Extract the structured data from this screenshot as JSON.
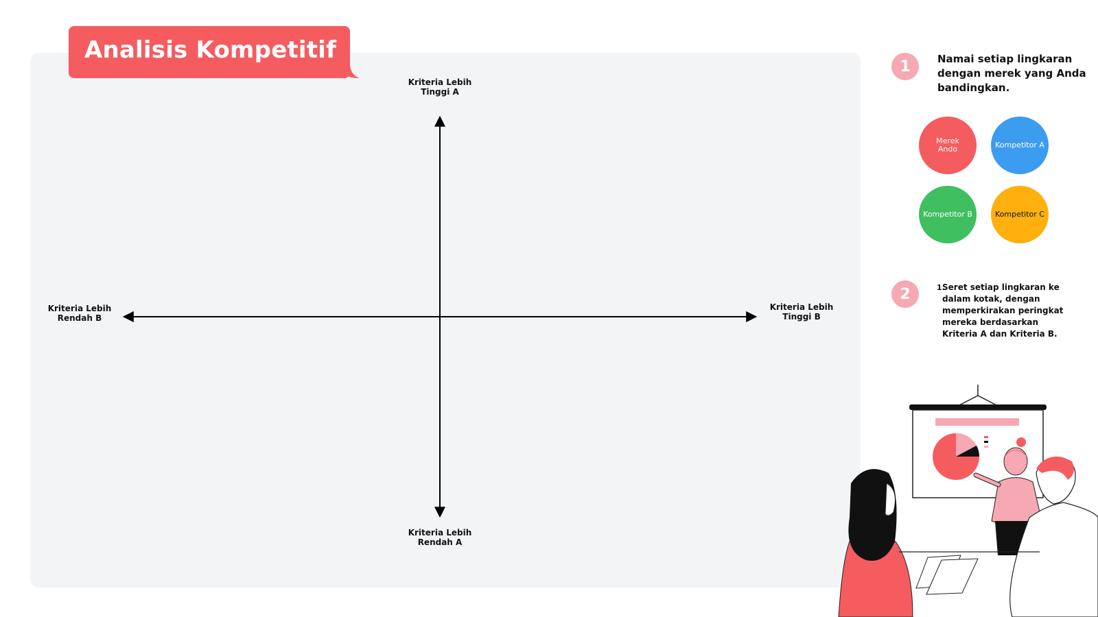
{
  "title": "Analisis Kompetitif",
  "axes": {
    "top": "Kriteria Lebih\nTinggi A",
    "bottom": "Kriteria Lebih\nRendah A",
    "left": "Kriteria Lebih\nRendah B",
    "right": "Kriteria Lebih\nTinggi B"
  },
  "steps": [
    {
      "number": "1",
      "text": "Namai setiap lingkaran dengan merek yang Anda bandingkan."
    },
    {
      "number": "2",
      "list_marker": "1.",
      "text": "Seret setiap lingkaran ke dalam kotak, dengan memperkirakan peringkat mereka berdasarkan Kriteria A dan Kriteria B."
    }
  ],
  "brands": [
    {
      "label": "Merek\nAndo",
      "color": "#f45c60",
      "text_color": "#ffffff"
    },
    {
      "label": "Kompetitor A",
      "color": "#3b9cf0",
      "text_color": "#ffffff"
    },
    {
      "label": "Kompetitor B",
      "color": "#3fbf5f",
      "text_color": "#ffffff"
    },
    {
      "label": "Kompetitor C",
      "color": "#fdb00e",
      "text_color": "#111111"
    }
  ],
  "colors": {
    "accent": "#f45c60",
    "board": "#f3f4f6",
    "step_badge": "#f6a8b3"
  }
}
